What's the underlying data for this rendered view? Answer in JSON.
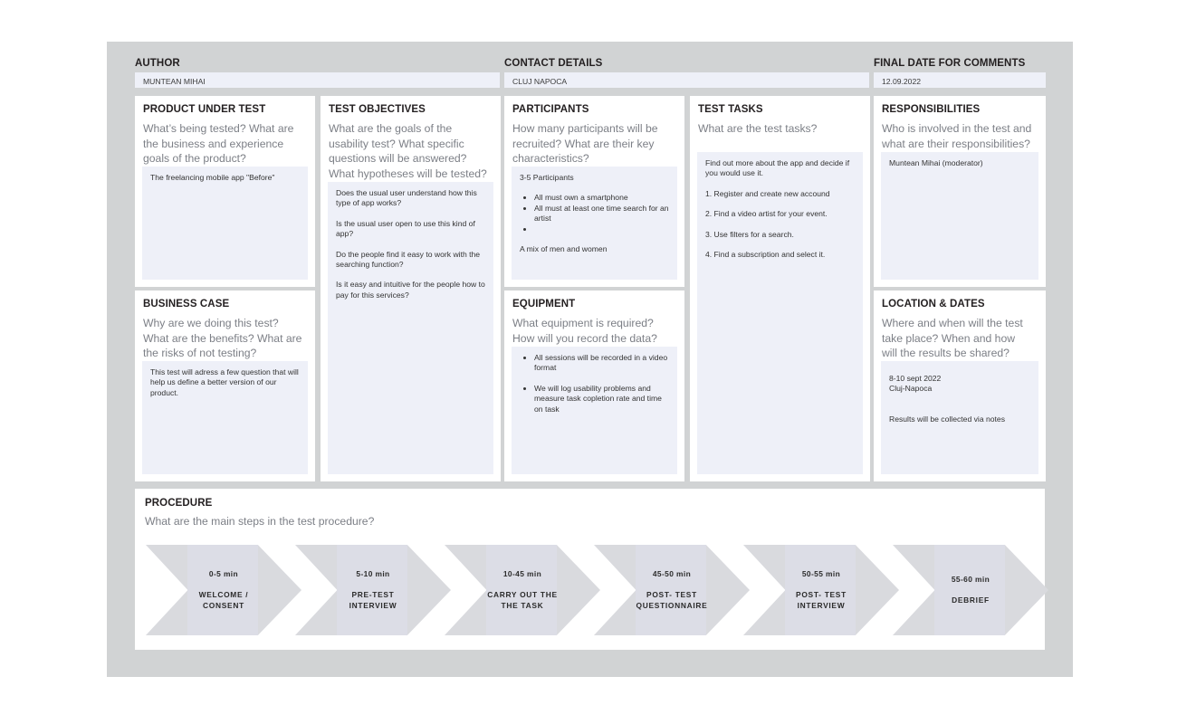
{
  "board": {
    "background_color": "#d1d3d4",
    "card_color": "#ffffff",
    "fill_color": "#eef0f8",
    "prompt_color": "#7c7f86",
    "chevron_color": "#d9dade",
    "chevron_inner_color": "#e6e8f3"
  },
  "header": {
    "author": {
      "label": "AUTHOR",
      "value": "MUNTEAN MIHAI"
    },
    "contact": {
      "label": "CONTACT DETAILS",
      "value": "CLUJ NAPOCA"
    },
    "final_date": {
      "label": "FINAL DATE FOR COMMENTS",
      "value": "12.09.2022"
    }
  },
  "cards": {
    "product_under_test": {
      "title": "PRODUCT UNDER TEST",
      "prompt": "What’s being tested? What are the business and experience goals of the product?",
      "answer": "The freelancing mobile app \"Before\""
    },
    "business_case": {
      "title": "BUSINESS CASE",
      "prompt": "Why are we doing this test? What are the benefits? What are the risks of not testing?",
      "answer": "This test will adress a few question that will help us define a better version of our product."
    },
    "test_objectives": {
      "title": "TEST OBJECTIVES",
      "prompt": "What are the goals of the usability test? What specific questions will be answered? What hypotheses will be tested?",
      "answers": [
        "Does the usual user understand how this type of app works?",
        "Is the usual user open to use this kind of app?",
        "Do the people find it easy to work with the searching function?",
        "Is it easy and intuitive for the people how to pay for this services?"
      ]
    },
    "participants": {
      "title": "PARTICIPANTS",
      "prompt": "How many participants will be recruited? What are their key characteristics?",
      "count": "3-5 Participants",
      "criteria": [
        "All must own a smartphone",
        "All must at least one time search for an artist",
        ""
      ],
      "note": "A mix of men and women"
    },
    "equipment": {
      "title": "EQUIPMENT",
      "prompt": "What equipment is required? How will you record the data?",
      "items": [
        "All sessions will be recorded in a video format",
        "We will log usability problems and measure task copletion rate and time on task"
      ]
    },
    "test_tasks": {
      "title": "TEST TASKS",
      "prompt": "What are the test tasks?",
      "intro": "Find out more about the app and decide if you would use it.",
      "tasks": [
        "1. Register and create new accound",
        "2. Find a video artist for your event.",
        "3. Use filters for a search.",
        "4. Find a subscription and select it."
      ]
    },
    "responsibilities": {
      "title": "RESPONSIBILITIES",
      "prompt": "Who is involved in the test and what are their responsibilities?",
      "answer": "Muntean Mihai (moderator)"
    },
    "location_dates": {
      "title": "LOCATION & DATES",
      "prompt": "Where and when will the test take place? When and how will the results be shared?",
      "dates": "8-10 sept 2022",
      "place": "Cluj-Napoca",
      "sharing": "Results will be collected via notes"
    },
    "procedure": {
      "title": "PROCEDURE",
      "prompt": "What are the main steps in the test procedure?",
      "steps": [
        {
          "time": "0-5 min",
          "name": "WELCOME /\nCONSENT"
        },
        {
          "time": "5-10 min",
          "name": "PRE-TEST\nINTERVIEW"
        },
        {
          "time": "10-45 min",
          "name": "CARRY OUT THE\nTHE TASK"
        },
        {
          "time": "45-50 min",
          "name": "POST- TEST\nQUESTIONNAIRE"
        },
        {
          "time": "50-55 min",
          "name": "POST- TEST\nINTERVIEW"
        },
        {
          "time": "55-60 min",
          "name": "DEBRIEF"
        }
      ]
    }
  }
}
